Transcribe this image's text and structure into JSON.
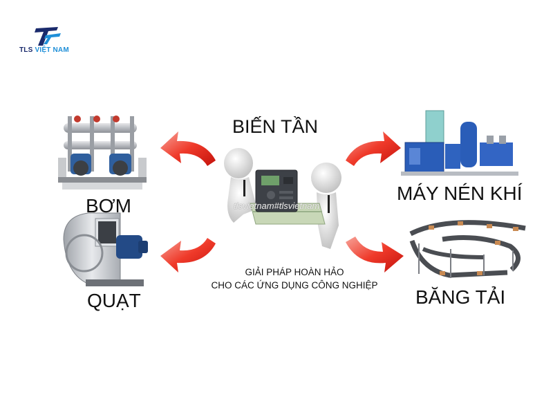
{
  "brand": {
    "name": "TLS VIỆT NAM",
    "name_parts": [
      "TLS ",
      "VIỆT NAM"
    ],
    "colors": {
      "primary": "#1a2a6c",
      "accent": "#1f8fd8"
    }
  },
  "center": {
    "title": "BIẾN TẦN",
    "caption_line1": "GIẢI PHÁP HOÀN HẢO",
    "caption_line2": "CHO CÁC ỨNG DỤNG CÔNG NGHIỆP",
    "watermark": "tlsvietnam#tlsvietnam"
  },
  "applications": {
    "pump": {
      "label": "BƠM",
      "icon": "pump-station-icon"
    },
    "fan": {
      "label": "QUẠT",
      "icon": "industrial-fan-icon"
    },
    "compressor": {
      "label": "MÁY NÉN KHÍ",
      "icon": "air-compressor-icon"
    },
    "conveyor": {
      "label": "BĂNG TẢI",
      "icon": "conveyor-belt-icon"
    }
  },
  "colors": {
    "arrow": "#e8201a",
    "arrow_light": "#f7a49a",
    "pump_blue": "#2f5f9e",
    "compressor_blue": "#2a5db8",
    "fan_metal": "#c9ccd0"
  }
}
